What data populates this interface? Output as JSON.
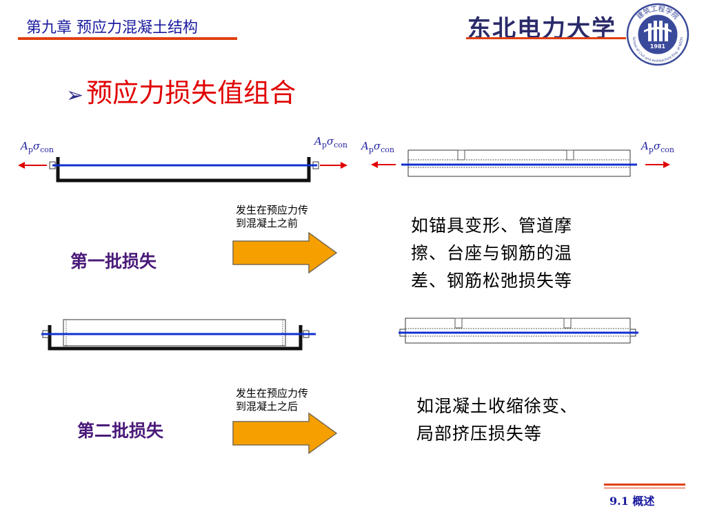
{
  "header": {
    "chapter_title": "第九章  预应力混凝土结构",
    "university_name": "东北电力大学"
  },
  "logo": {
    "top_text": "建筑工程学院",
    "ring_text": "School of Civil and Architecture Eng. of NEDU",
    "year": "1981"
  },
  "slide": {
    "heading_bullet": "➢",
    "heading": "预应力损失值组合"
  },
  "force_label": {
    "a": "A",
    "a_sub": "p",
    "sigma": "σ",
    "sigma_sub": "con"
  },
  "batch1": {
    "label": "第一批损失",
    "arrow_caption_line1": "发生在预应力传",
    "arrow_caption_line2": "到混凝土之前",
    "desc_line1": "如锚具变形、管道摩",
    "desc_line2": "擦、台座与钢筋的温",
    "desc_line3": "差、钢筋松弛损失等"
  },
  "batch2": {
    "label": "第二批损失",
    "arrow_caption_line1": "发生在预应力传",
    "arrow_caption_line2": "到混凝土之后",
    "desc_line1": "如混凝土收缩徐变、",
    "desc_line2": "局部挤压损失等"
  },
  "footer": {
    "section_label": "9.1   概述"
  },
  "colors": {
    "accent_red": "#e00000",
    "rule_orange": "#e04010",
    "tendon_blue": "#1030d0",
    "arrow_orange": "#f5a000",
    "label_purple": "#4a1a7a"
  }
}
